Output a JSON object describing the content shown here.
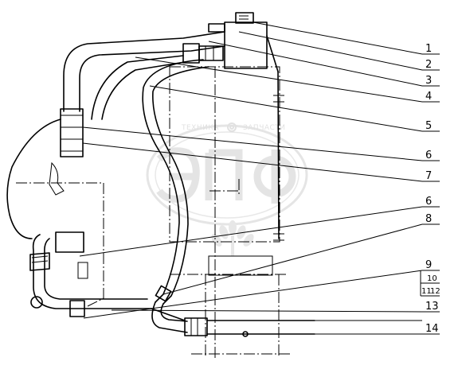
{
  "callouts": {
    "c1": "1",
    "c2": "2",
    "c3": "3",
    "c4": "4",
    "c5": "5",
    "c6a": "6",
    "c7": "7",
    "c6b": "6",
    "c8": "8",
    "c9": "9",
    "c10": "10",
    "c11": "11",
    "c12": "12",
    "c13": "13",
    "c14": "14"
  },
  "watermark": {
    "left_text": "ТЕХНИКА",
    "right_text": "ЗАПЧАСТИ",
    "logo_text": "ЭПФ"
  }
}
